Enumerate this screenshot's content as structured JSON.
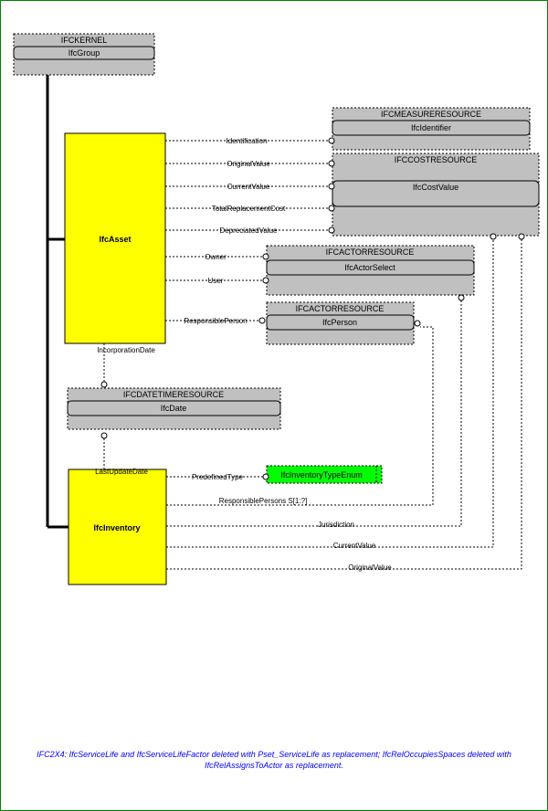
{
  "schemas": {
    "kernel": {
      "title": "IFCKERNEL",
      "entity": "IfcGroup"
    },
    "measure": {
      "title": "IFCMEASURERESOURCE",
      "entity": "IfcIdentifier"
    },
    "cost": {
      "title": "IFCCOSTRESOURCE",
      "entity": "IfcCostValue"
    },
    "actor1": {
      "title": "IFCACTORRESOURCE",
      "entity": "IfcActorSelect"
    },
    "actor2": {
      "title": "IFCACTORRESOURCE",
      "entity": "IfcPerson"
    },
    "datetime": {
      "title": "IFCDATETIMERESOURCE",
      "entity": "IfcDate"
    }
  },
  "classes": {
    "asset": "IfcAsset",
    "inventory": "IfcInventory",
    "enum": "IfcInventoryTypeEnum"
  },
  "relations": {
    "identification": "Identification",
    "original_value": "OriginalValue",
    "current_value": "CurrentValue",
    "total_replacement_cost": "TotalReplacementCost",
    "depreciated_value": "DepreciatedValue",
    "owner": "Owner",
    "user": "User",
    "responsible_person": "ResponsiblePerson",
    "incorporation_date": "IncorporationDate",
    "last_update_date": "LastUpdateDate",
    "predefined_type": "PredefinedType",
    "responsible_persons": "ResponsiblePersons S[1:?]",
    "jurisdiction": "Jurisdiction",
    "inv_current_value": "CurrentValue",
    "inv_original_value": "OriginalValue"
  },
  "note": "IFC2X4: IfcServiceLife and IfcServiceLifeFactor deleted with Pset_ServiceLife as replacement; IfcRelOccupiesSpaces deleted with IfcRelAssignsToActor as replacement."
}
